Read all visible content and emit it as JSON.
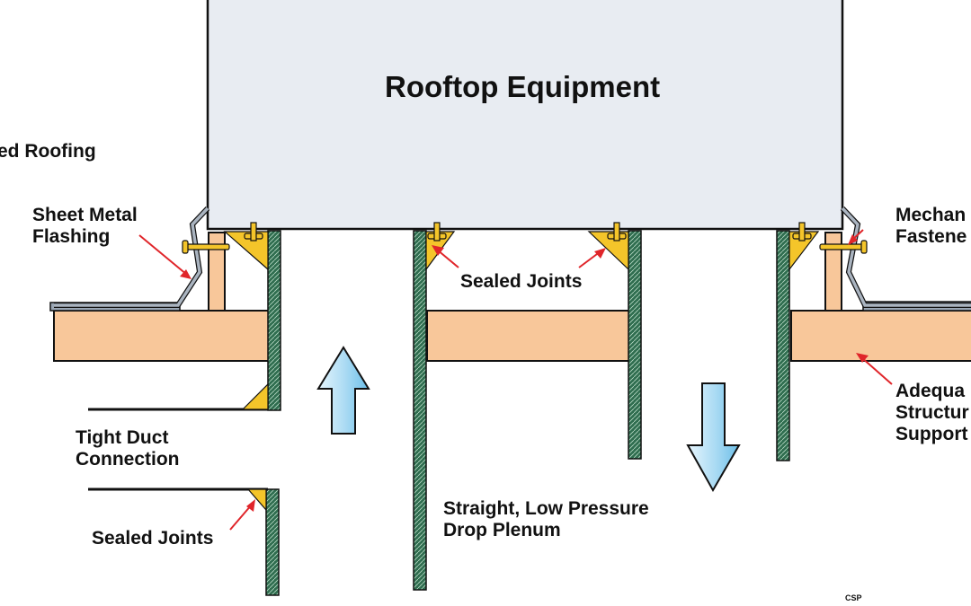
{
  "title": "Rooftop Equipment",
  "labels": {
    "roofing": "ed Roofing",
    "flashing": "Sheet Metal\nFlashing",
    "sealed_top": "Sealed Joints",
    "fasteners": "Mechan\nFastene",
    "support": "Adequa\nStructur\nSupport",
    "duct": "Tight Duct\nConnection",
    "sealed_bottom": "Sealed Joints",
    "plenum": "Straight, Low Pressure\nDrop Plenum"
  },
  "credit": "CSP",
  "colors": {
    "wood": "#f8c79a",
    "flashing": "#aab4c0",
    "sealant": "#f4c52a",
    "insulation": "#2f6d4f",
    "arrow": "#aedcf4",
    "pointer": "#e0252a"
  }
}
